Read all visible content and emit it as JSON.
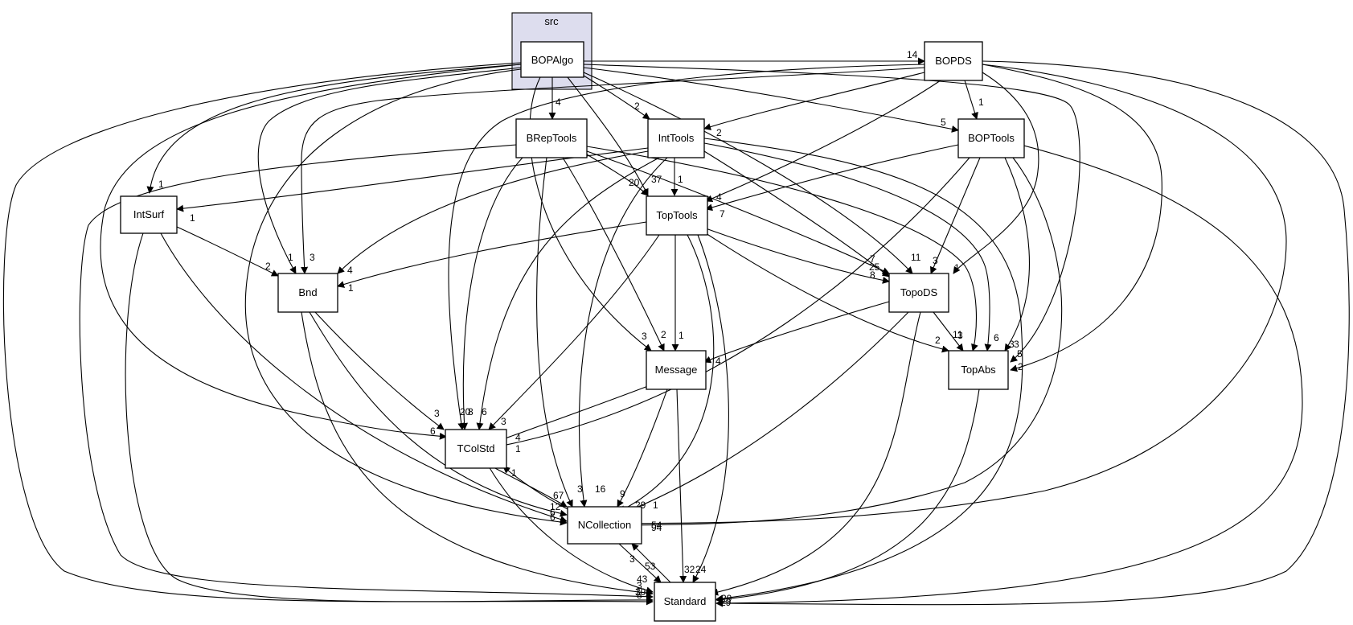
{
  "cluster": {
    "label": "src"
  },
  "nodes": {
    "BOPAlgo": "BOPAlgo",
    "BOPDS": "BOPDS",
    "BRepTools": "BRepTools",
    "IntTools": "IntTools",
    "BOPTools": "BOPTools",
    "IntSurf": "IntSurf",
    "TopTools": "TopTools",
    "Bnd": "Bnd",
    "TopoDS": "TopoDS",
    "Message": "Message",
    "TopAbs": "TopAbs",
    "TColStd": "TColStd",
    "NCollection": "NCollection",
    "Standard": "Standard"
  },
  "edge_labels": {
    "BOPAlgo_BOPDS": "14",
    "BOPAlgo_BRepTools": "4",
    "BOPAlgo_IntTools": "2",
    "BOPAlgo_BOPTools": "5",
    "BOPAlgo_IntSurf": "1",
    "BOPAlgo_TopTools": "37",
    "BOPAlgo_Bnd": "1",
    "BOPAlgo_TopoDS": "11",
    "BOPAlgo_Message": "3",
    "BOPAlgo_TopAbs": "3",
    "BOPAlgo_TColStd": "6",
    "BOPDS_BOPTools": "1",
    "BOPDS_IntTools": "2",
    "BOPDS_TopTools": "7",
    "BOPDS_Bnd": "3",
    "BOPDS_TopoDS": "1",
    "BOPDS_TopAbs": "5",
    "BOPDS_TColStd": "20",
    "BOPDS_NCollection": "94",
    "BRepTools_TopTools": "20",
    "BRepTools_TopoDS": "25",
    "BRepTools_Message": "2",
    "BRepTools_TColStd": "8",
    "BRepTools_NCollection": "3",
    "BRepTools_TopAbs": "3",
    "BRepTools_Standard": "43",
    "IntTools_TopTools": "1",
    "IntTools_IntSurf": "1",
    "IntTools_Bnd": "4",
    "IntTools_TopoDS": "8",
    "IntTools_TopAbs": "6",
    "IntTools_TColStd": "6",
    "IntTools_NCollection": "16",
    "IntTools_Standard": "29",
    "BOPTools_TopTools": "4",
    "BOPTools_TopoDS": "3",
    "BOPTools_TopAbs": "3",
    "BOPTools_TColStd": "1",
    "BOPTools_NCollection": "54",
    "BOPTools_Standard": "2",
    "IntSurf_Bnd": "2",
    "IntSurf_NCollection": "12",
    "IntSurf_Standard": "8",
    "TopTools_Bnd": "1",
    "TopTools_TopoDS": "7",
    "TopTools_TopAbs": "2",
    "TopTools_Message": "1",
    "TopTools_TColStd": "3",
    "TopTools_NCollection": "29",
    "TopTools_Standard": "32",
    "Bnd_TColStd": "3",
    "Bnd_NCollection": "6",
    "Bnd_Standard": "3",
    "TopoDS_Message": "4",
    "TopoDS_TopAbs": "11",
    "TopoDS_NCollection": "1",
    "TopoDS_Standard": "24",
    "Message_TColStd": "4",
    "Message_NCollection": "9",
    "Message_Standard": "24",
    "TopAbs_Standard": "2",
    "TColStd_NCollection": "67",
    "TColStd_Standard": "1",
    "NCollection_TColStd": "1",
    "NCollection_Standard": "3",
    "Standard_NCollection": "53",
    "BOPAlgo_Standard": "39",
    "BOPDS_Standard": "29",
    "BOPAlgo_NCollection": "6"
  }
}
